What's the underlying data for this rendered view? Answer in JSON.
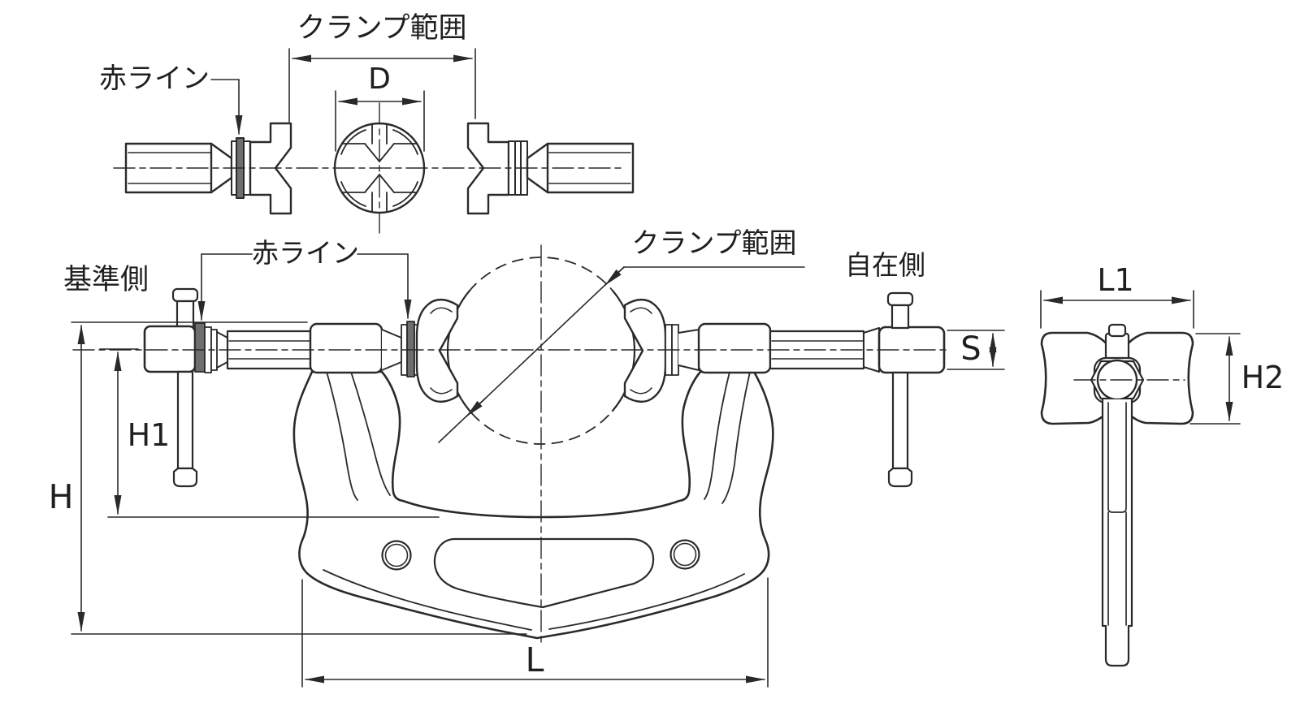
{
  "drawing": {
    "background": "#ffffff",
    "line_color": "#2a2a2a",
    "red_line_fill": "#6e6e6e"
  },
  "top_view": {
    "clamp_range_label": "クランプ範囲",
    "diameter_label": "D",
    "red_line_label": "赤ライン"
  },
  "front_view": {
    "red_line_label": "赤ライン",
    "clamp_range_label": "クランプ範囲",
    "reference_side_label": "基準側",
    "swivel_side_label": "自在側",
    "overall_height_label": "H",
    "throat_height_label": "H1",
    "overall_length_label": "L",
    "screw_flat_label": "S"
  },
  "side_view": {
    "body_width_label": "L1",
    "body_height_label": "H2"
  }
}
